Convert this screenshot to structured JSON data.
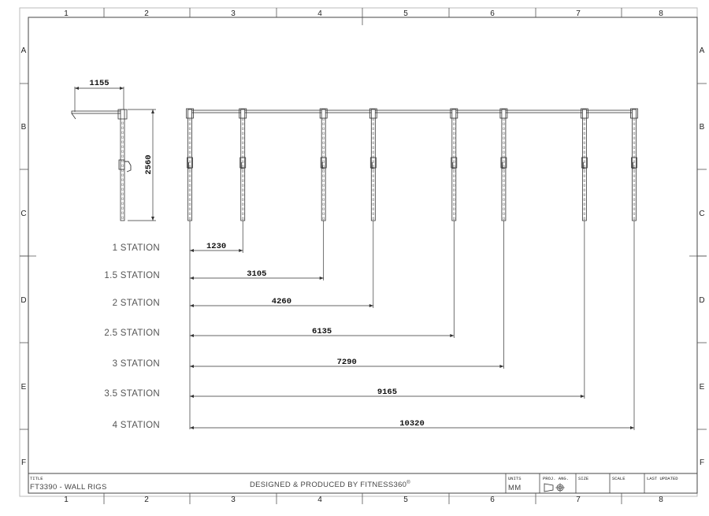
{
  "drawing": {
    "columns": [
      "1",
      "2",
      "3",
      "4",
      "5",
      "6",
      "7",
      "8"
    ],
    "rows": [
      "A",
      "B",
      "C",
      "D",
      "E",
      "F"
    ],
    "side_view": {
      "width_dim": "1155",
      "height_dim": "2560"
    },
    "stations": [
      {
        "label": "1 STATION",
        "dim": "1230"
      },
      {
        "label": "1.5 STATION",
        "dim": "3105"
      },
      {
        "label": "2 STATION",
        "dim": "4260"
      },
      {
        "label": "2.5 STATION",
        "dim": "6135"
      },
      {
        "label": "3 STATION",
        "dim": "7290"
      },
      {
        "label": "3.5 STATION",
        "dim": "9165"
      },
      {
        "label": "4 STATION",
        "dim": "10320"
      }
    ]
  },
  "title_block": {
    "title_label": "TITLE",
    "title": "FT3390 - WALL RIGS",
    "designer": "DESIGNED & PRODUCED BY FITNESS360",
    "designer_mark": "®",
    "units_label": "UNITS",
    "units": "MM",
    "proj_label": "PROJ. ANG.",
    "size_label": "SIZE",
    "scale_label": "SCALE",
    "updated_label": "LAST UPDATED"
  }
}
